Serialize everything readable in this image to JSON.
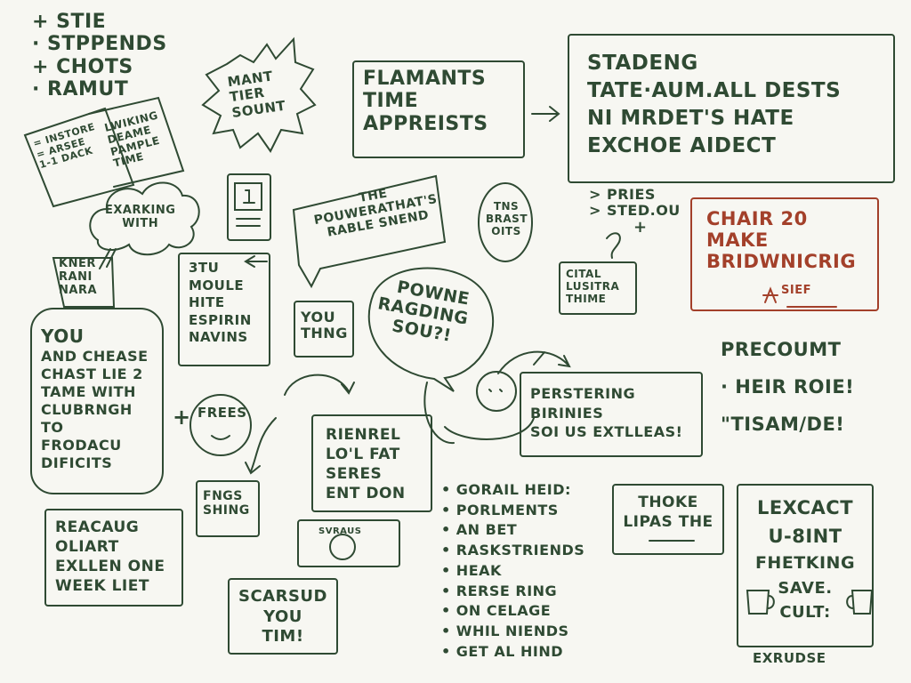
{
  "top_left_list": {
    "items": [
      "+ STIE",
      "· STPPENDS",
      "+ CHOTS",
      "· RAMUT"
    ]
  },
  "tilted_note": {
    "left_lines": [
      "= INSTORE",
      "= ARSEE",
      "1-1 DACK"
    ],
    "right_lines": [
      "LWIKING",
      "DEAME",
      "PAMPLE",
      "TIME"
    ]
  },
  "burst_top": {
    "lines": [
      "MANT",
      "TIER",
      "SOUNT"
    ]
  },
  "flamants_box": {
    "lines": [
      "FLAMANTS",
      "TIME",
      "APPREISTS"
    ]
  },
  "staden_box": {
    "lines": [
      "STADENG",
      "TATE·AUM.ALL DESTS",
      "NI MRDET'S HATE",
      "EXCHOE AIDECT"
    ]
  },
  "cloud_left": {
    "lines": [
      "EXARKING",
      "WITH"
    ]
  },
  "small_flag": {
    "lines": [
      "KNER",
      "RANI",
      "NARA"
    ]
  },
  "phone_icon_label": "",
  "banner": {
    "lines": [
      "THE",
      "POUWERATHAT'S",
      "RABLE SNEND"
    ]
  },
  "egg": {
    "lines": [
      "TNS",
      "BRAST",
      "OITS"
    ]
  },
  "pries_list": {
    "lines": [
      "> PRIES",
      "> STED.OU"
    ],
    "plus": "+",
    "question": "?"
  },
  "chair_box": {
    "lines": [
      "CHAIR 20",
      "MAKE",
      "BRIDWNICRIG"
    ],
    "signature": "SIEF"
  },
  "moule_box": {
    "lines": [
      "3TU",
      "MOULE",
      "HITE",
      "ESPIRIN",
      "NAVINS"
    ]
  },
  "you_thng": {
    "lines": [
      "YOU",
      "THNG"
    ]
  },
  "bubble": {
    "lines": [
      "POWNE",
      "RAGDING",
      "SOU?!"
    ]
  },
  "cital_box": {
    "lines": [
      "CITAL",
      "LUSITRA",
      "THIME"
    ]
  },
  "rounded_left": {
    "lines": [
      "YOU",
      "AND CHEASE",
      "CHAST LIE 2",
      "TAME WITH",
      "CLUBRNGH",
      "TO",
      "FRODACU",
      "DIFICITS"
    ]
  },
  "frees": {
    "label": "FREES",
    "plus": "+"
  },
  "rienrel_box": {
    "lines": [
      "RIENREL",
      "LO'L FAT",
      "SERES",
      "ENT DON"
    ]
  },
  "persters_box": {
    "lines": [
      "PERSTERING",
      "BIRINIES",
      "SOI US EXTLLEAS!"
    ]
  },
  "precoumt": {
    "lines": [
      "PRECOUMT",
      "· HEIR ROIE!",
      "\"TISAM/DE!"
    ]
  },
  "fngs_box": {
    "lines": [
      "FNGS",
      "SHING"
    ]
  },
  "device_label": "SVRAUS",
  "reacaug_box": {
    "lines": [
      "REACAUG",
      "OLIART",
      "EXLLEN ONE",
      "WEEK LIET"
    ]
  },
  "scarsud_box": {
    "lines": [
      "SCARSUD",
      "YOU",
      "TIM!"
    ]
  },
  "bullet_list": {
    "items": [
      "GORAIL HEID:",
      "PORLMENTS",
      "AN BET",
      "RASKSTRIENDS",
      "HEAK",
      "RERSE RING",
      "ON CELAGE",
      "WHIL NIENDS",
      "GET AL HIND"
    ]
  },
  "thoke_box": {
    "lines": [
      "THOKE",
      "LIPAS THE"
    ]
  },
  "lexcact_box": {
    "lines": [
      "LEXCACT",
      "U-8INT",
      "FHETKING",
      "SAVE.",
      "CULT:"
    ],
    "footer": "EXRUDSE"
  },
  "colors": {
    "ink": "#2f4a33",
    "accent": "#a3402a",
    "paper": "#f7f7f2"
  }
}
